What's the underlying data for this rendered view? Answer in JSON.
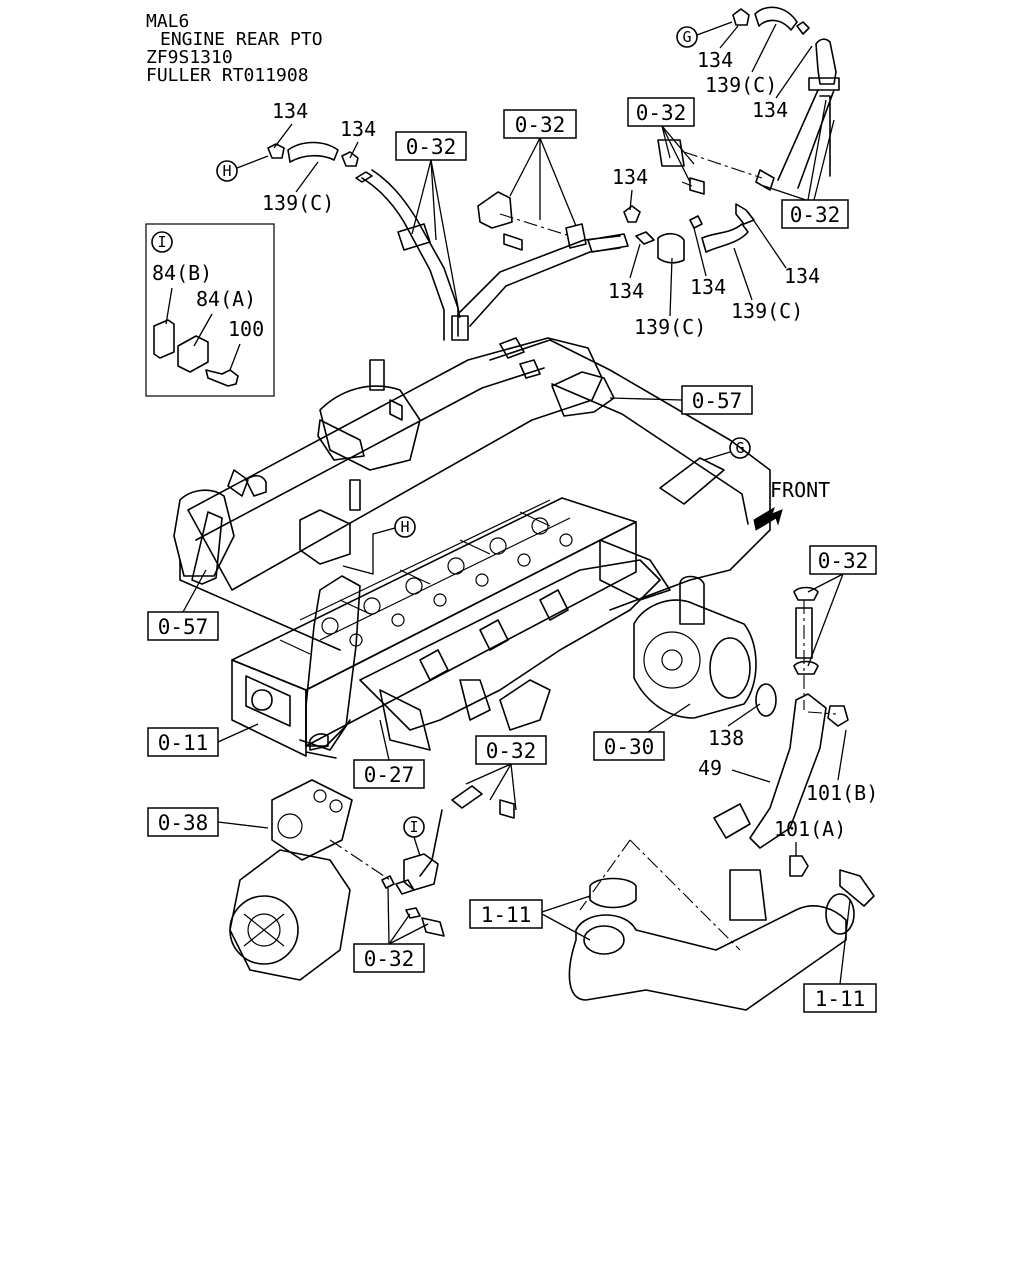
{
  "header": {
    "lines": [
      "MAL6",
      "ENGINE REAR PTO",
      "ZF9S1310",
      "FULLER RT011908"
    ]
  },
  "callouts": {
    "c134_a": "134",
    "c134_b": "134",
    "c139_a": "139(C)",
    "c134_c": "134",
    "c139_b": "139(C)",
    "c134_d": "134",
    "c134_e": "134",
    "c134_f": "134",
    "c134_g": "134",
    "c134_h": "134",
    "c139_c": "139(C)",
    "c139_d": "139(C)",
    "c84b": "84(B)",
    "c84a": "84(A)",
    "c100": "100",
    "c138": "138",
    "c49": "49",
    "c101b": "101(B)",
    "c101a": "101(A)",
    "front": "FRONT"
  },
  "refs": {
    "r032_a": "0-32",
    "r032_b": "0-32",
    "r032_c": "0-32",
    "r032_d": "0-32",
    "r032_e": "0-32",
    "r032_f": "0-32",
    "r032_g": "0-32",
    "r057_a": "0-57",
    "r057_b": "0-57",
    "r030": "0-30",
    "r011": "0-11",
    "r027": "0-27",
    "r038": "0-38",
    "r111_a": "1-11",
    "r111_b": "1-11"
  },
  "markers": {
    "g1": "G",
    "g2": "G",
    "h1": "H",
    "h2": "H",
    "i1": "I",
    "i2": "I"
  }
}
